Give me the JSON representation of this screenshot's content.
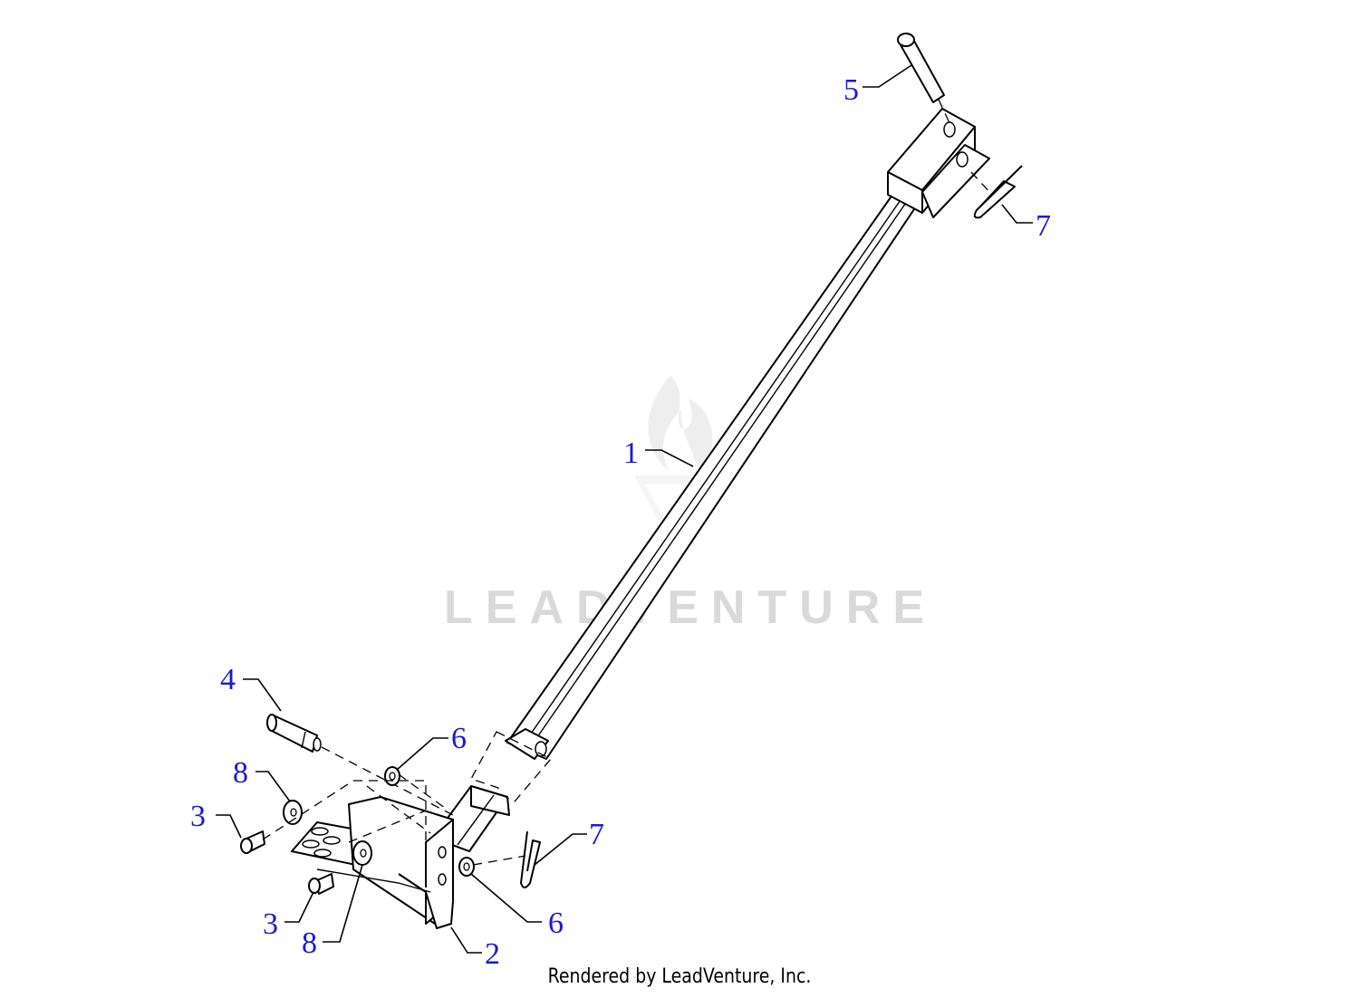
{
  "watermark": {
    "text": "LEADVENTURE"
  },
  "callouts": [
    {
      "id": "c1",
      "label": "1"
    },
    {
      "id": "c2",
      "label": "2"
    },
    {
      "id": "c3a",
      "label": "3"
    },
    {
      "id": "c3b",
      "label": "3"
    },
    {
      "id": "c4",
      "label": "4"
    },
    {
      "id": "c5",
      "label": "5"
    },
    {
      "id": "c6a",
      "label": "6"
    },
    {
      "id": "c6b",
      "label": "6"
    },
    {
      "id": "c7a",
      "label": "7"
    },
    {
      "id": "c7b",
      "label": "7"
    },
    {
      "id": "c8a",
      "label": "8"
    },
    {
      "id": "c8b",
      "label": "8"
    }
  ],
  "footer": {
    "text": "Rendered by LeadVenture, Inc."
  }
}
